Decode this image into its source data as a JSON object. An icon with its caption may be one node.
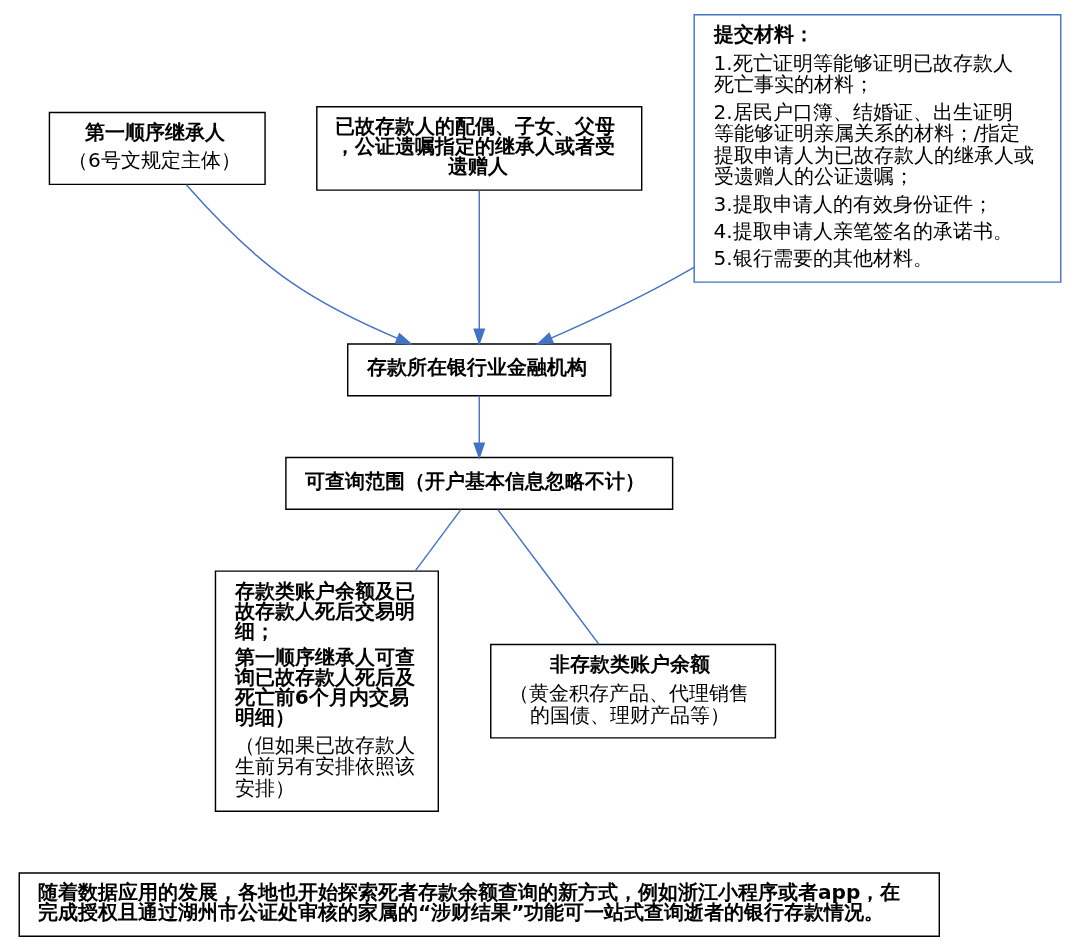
{
  "diagram": {
    "nodes": [
      {
        "text": [
          "第一顺序继承人",
          "（6号文规定主体）"
        ]
      },
      {
        "text": [
          "已故存款人的配偶、子女、父母，公证遗嘱指定的继承人或者受遗赠人"
        ]
      },
      {
        "text": [
          "提交材料：",
          "1.死亡证明等能够证明已故存款人死亡事实的材料；",
          "2.居民户口簿、结婚证、出生证明等能够证明亲属关系的材料；/指定提取申请人为已故存款人的继承人或受遗赠人的公证遗嘱；",
          "3.提取申请人的有效身份证件；",
          "4.提取申请人亲笔签名的承诺书。",
          "5.银行需要的其他材料。"
        ]
      },
      {
        "text": [
          "存款所在银行业金融机构"
        ]
      },
      {
        "text": [
          "可查询范围（开户基本信息忽略不计）"
        ]
      },
      {
        "text": [
          "存款类账户余额及已故存款人死后交易明细；",
          "第一顺序继承人可查询已故存款人死后及死亡前6个月内交易明细）",
          "（但如果已故存款人生前另有安排依照该安排）"
        ]
      },
      {
        "text": [
          "非存款类账户余额",
          "（黄金积存产品、代理销售的国债、理财产品等）"
        ]
      },
      {
        "text": [
          "随着数据应用的发展，各地也开始探索死者存款余额查询的新方式，例如浙江小程序或者app，在完成授权且通过湖州市公证处审核的家属的“涉财结果”功能可一站式查询逝者的银行存款情况。"
        ]
      }
    ],
    "edges": [
      {
        "from": 0,
        "to": 3,
        "arrow": "to"
      },
      {
        "from": 1,
        "to": 3,
        "arrow": "to"
      },
      {
        "from": 2,
        "to": 3,
        "arrow": "to"
      },
      {
        "from": 3,
        "to": 4,
        "arrow": "to"
      },
      {
        "from": 4,
        "to": 5,
        "arrow": "none"
      },
      {
        "from": 4,
        "to": 6,
        "arrow": "none"
      }
    ]
  }
}
